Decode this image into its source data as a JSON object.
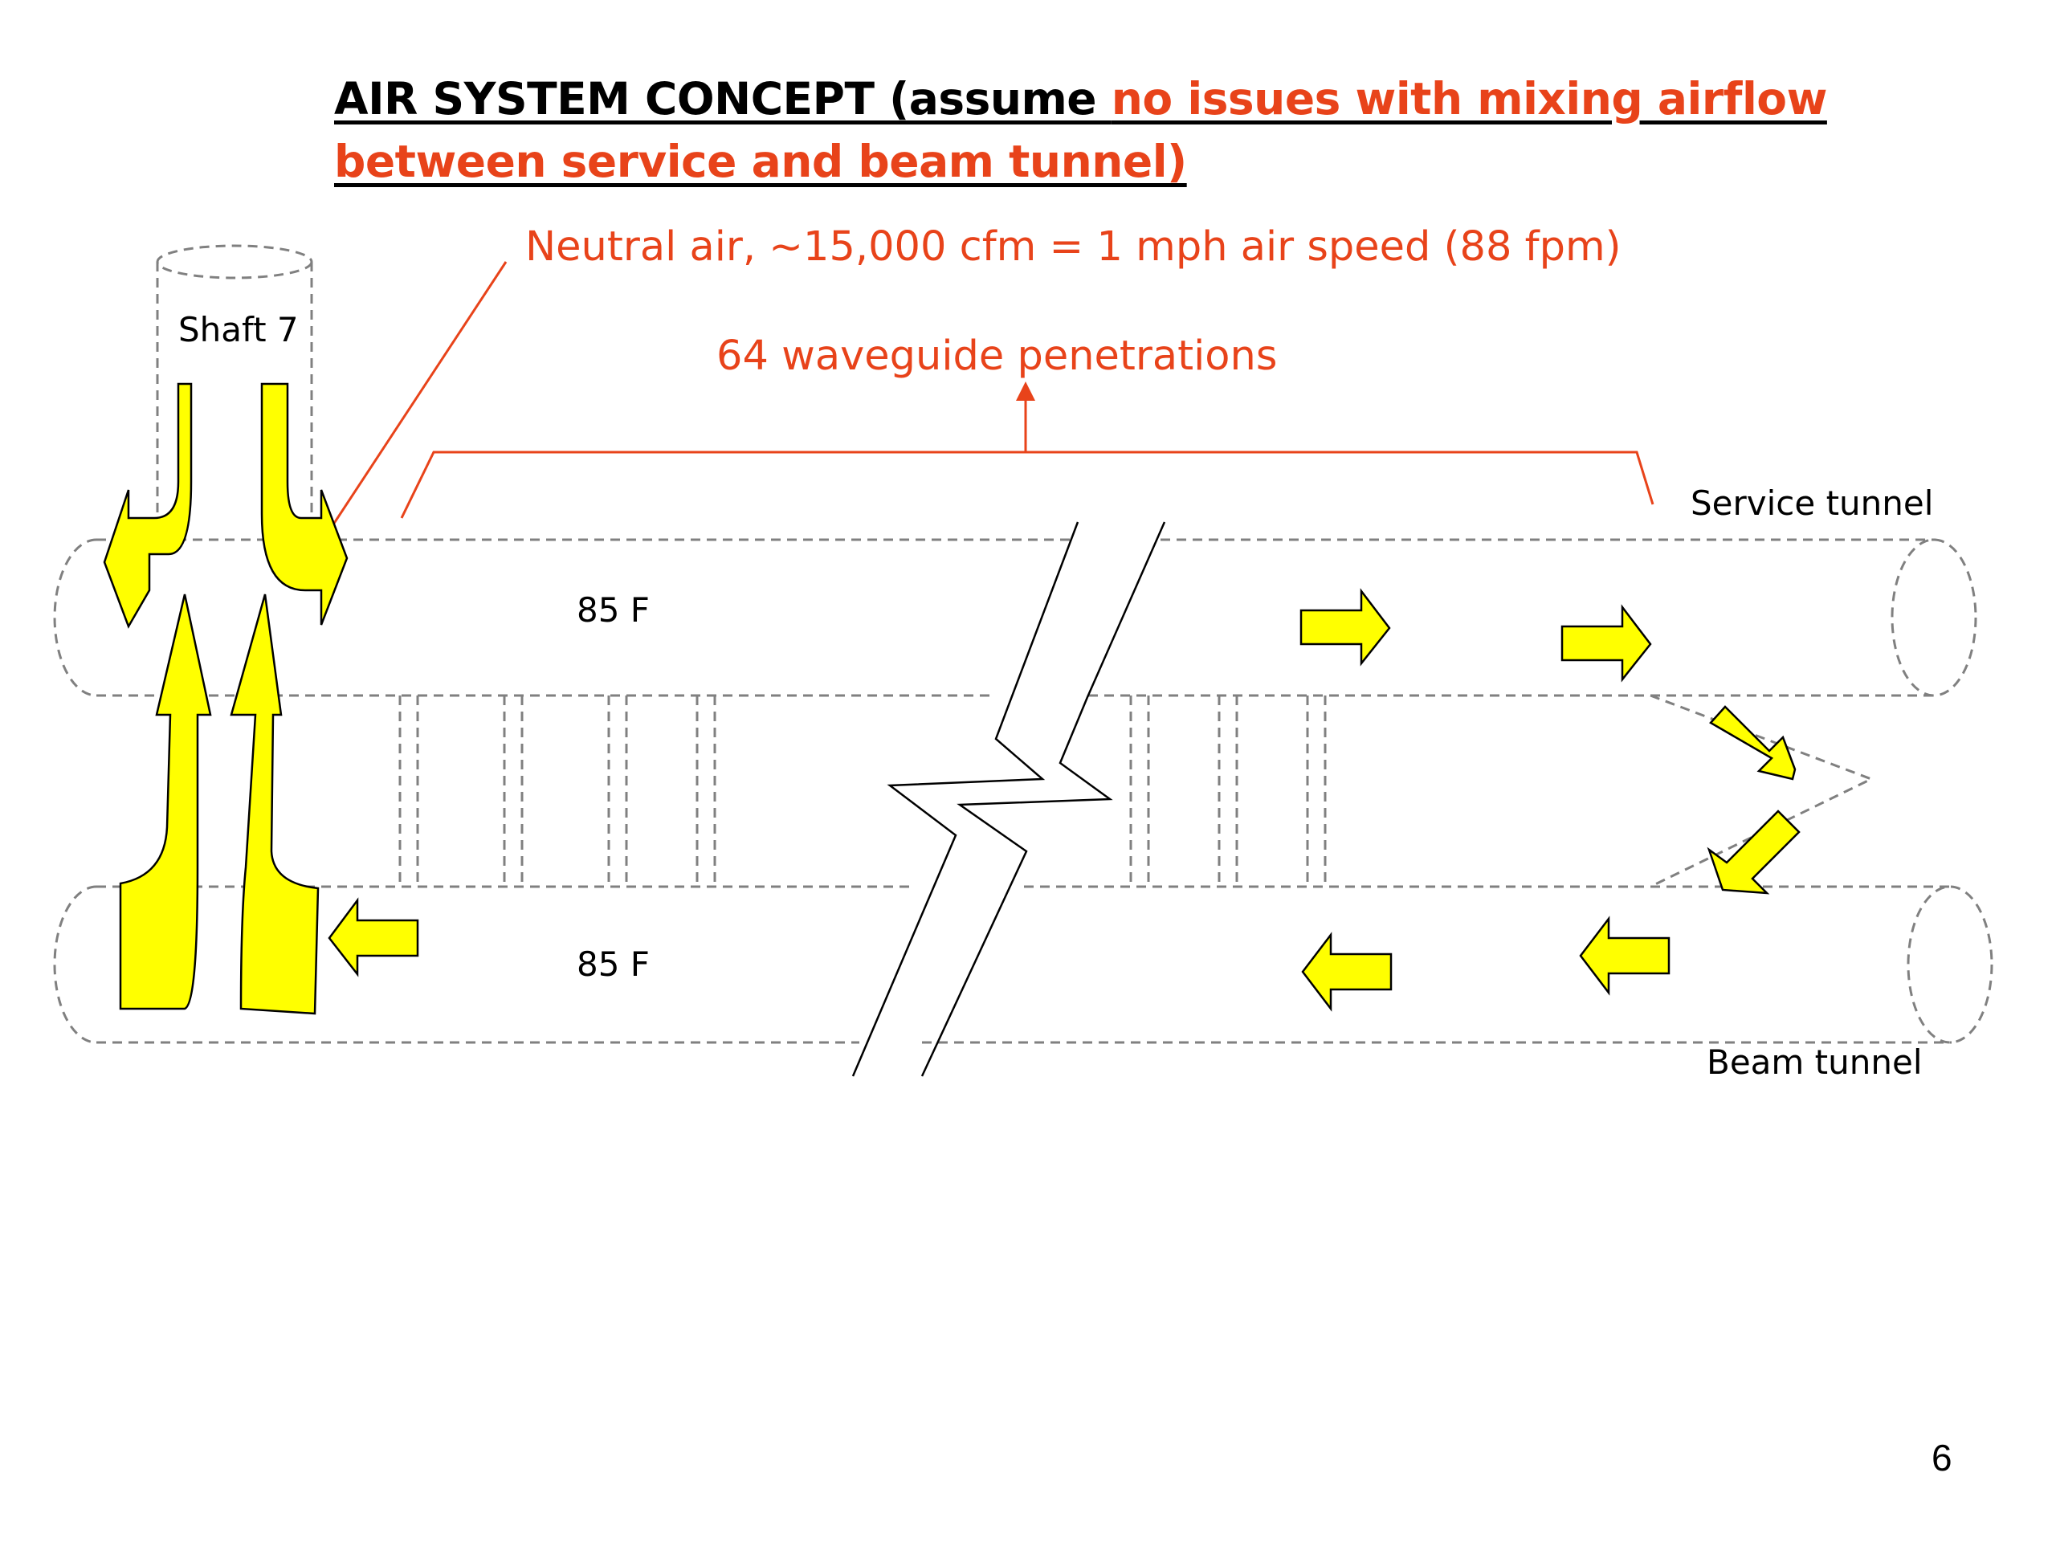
{
  "title": {
    "part1": "AIR SYSTEM CONCEPT (assume ",
    "part2": "no issues with mixing airflow between service and beam tunnel)"
  },
  "annotations": {
    "neutral_air": "Neutral air, ~15,000 cfm = 1 mph air speed (88 fpm)",
    "waveguide": "64 waveguide penetrations"
  },
  "labels": {
    "shaft": "Shaft 7",
    "service_temp": "85 F",
    "beam_temp": "85 F",
    "service_tunnel": "Service tunnel",
    "beam_tunnel": "Beam tunnel"
  },
  "page_number": "6",
  "colors": {
    "accent": "#e8431a",
    "arrow_fill": "#ffff00",
    "outline": "#808080"
  }
}
